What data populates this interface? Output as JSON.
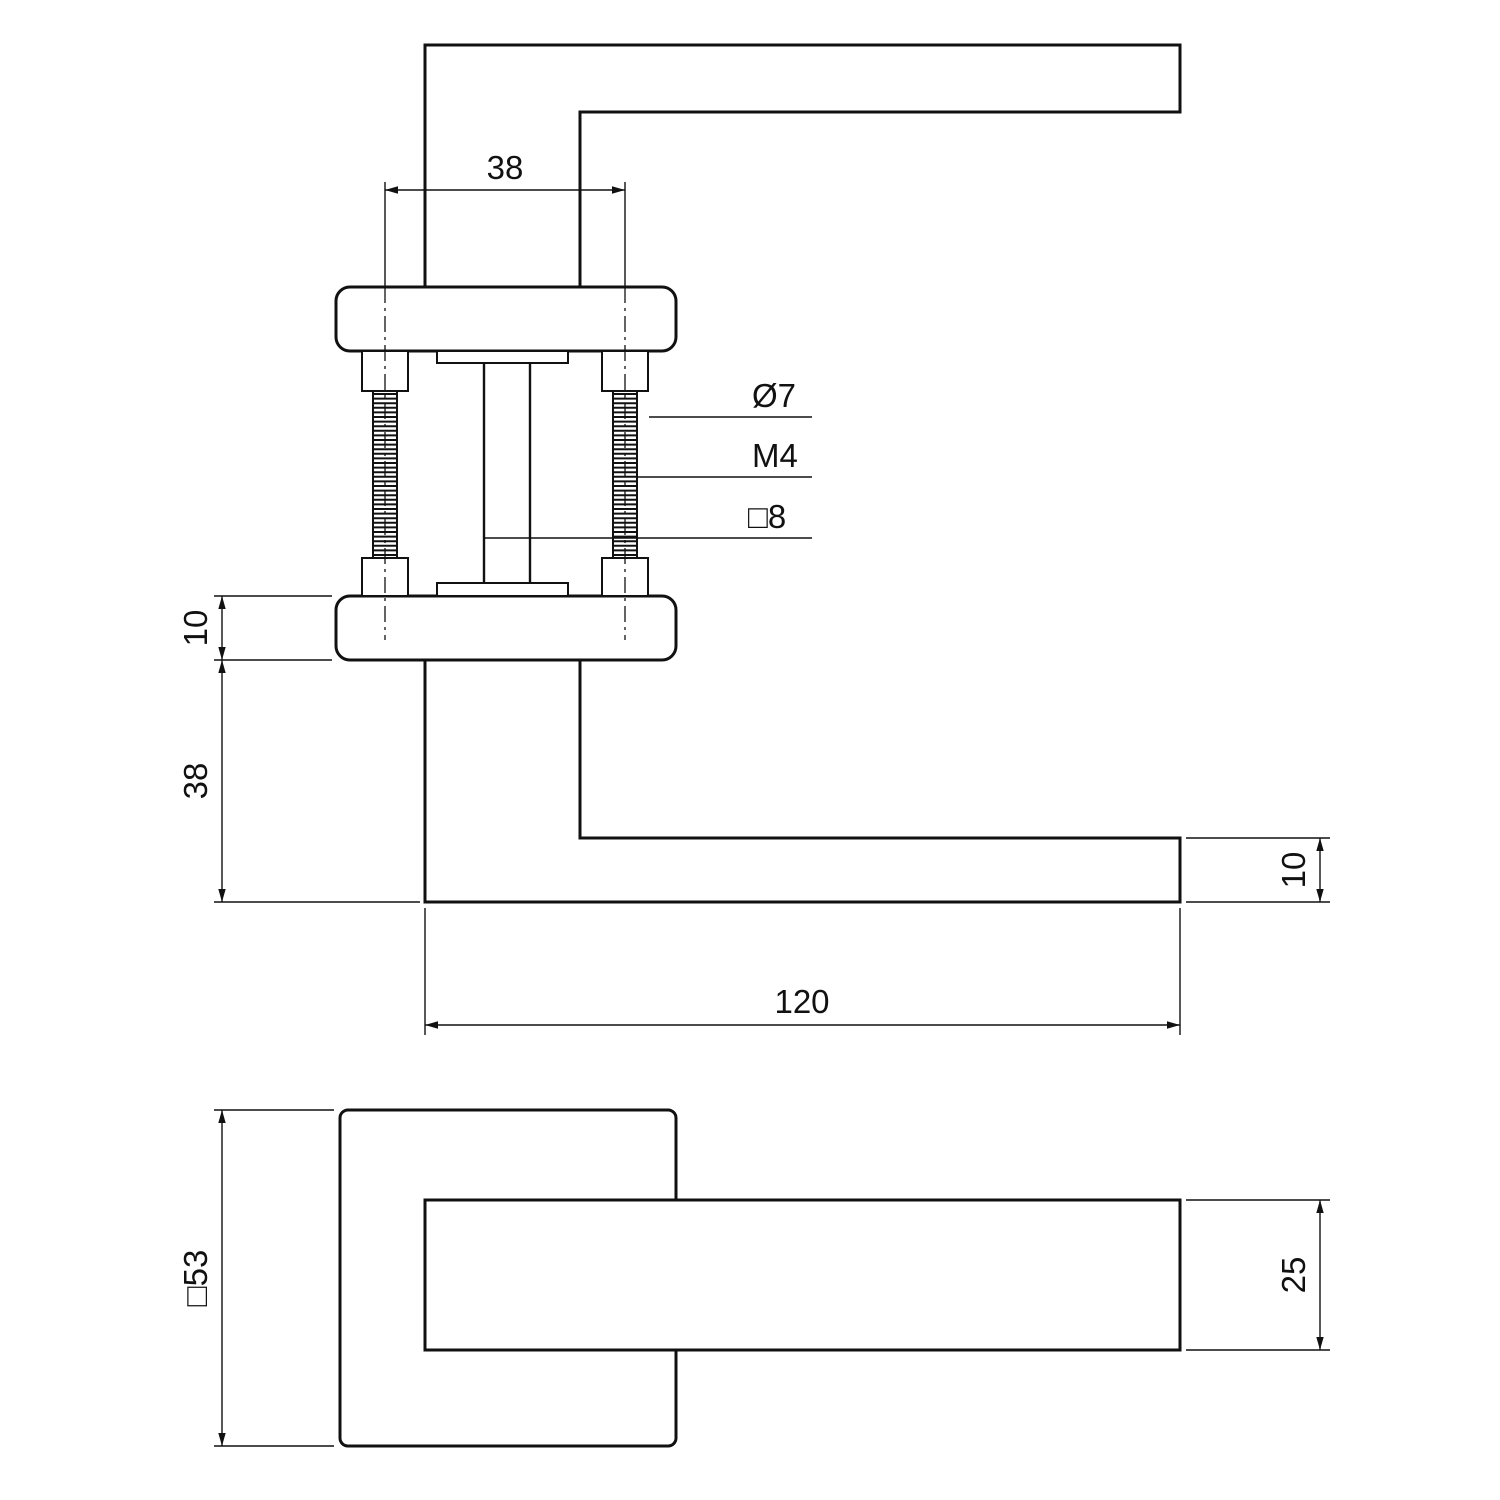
{
  "colors": {
    "background": "#ffffff",
    "lines": "#111111"
  },
  "front_view": {
    "dim_screw_distance": "38",
    "label_bolt_diameter": "Ø7",
    "label_thread": "M4",
    "label_spindle_square": "□8",
    "dim_rose_thickness": "10",
    "dim_handle_drop": "38",
    "dim_lever_thickness": "10",
    "dim_lever_length": "120"
  },
  "plan_view": {
    "dim_rose_size": "□53",
    "dim_lever_width": "25"
  }
}
